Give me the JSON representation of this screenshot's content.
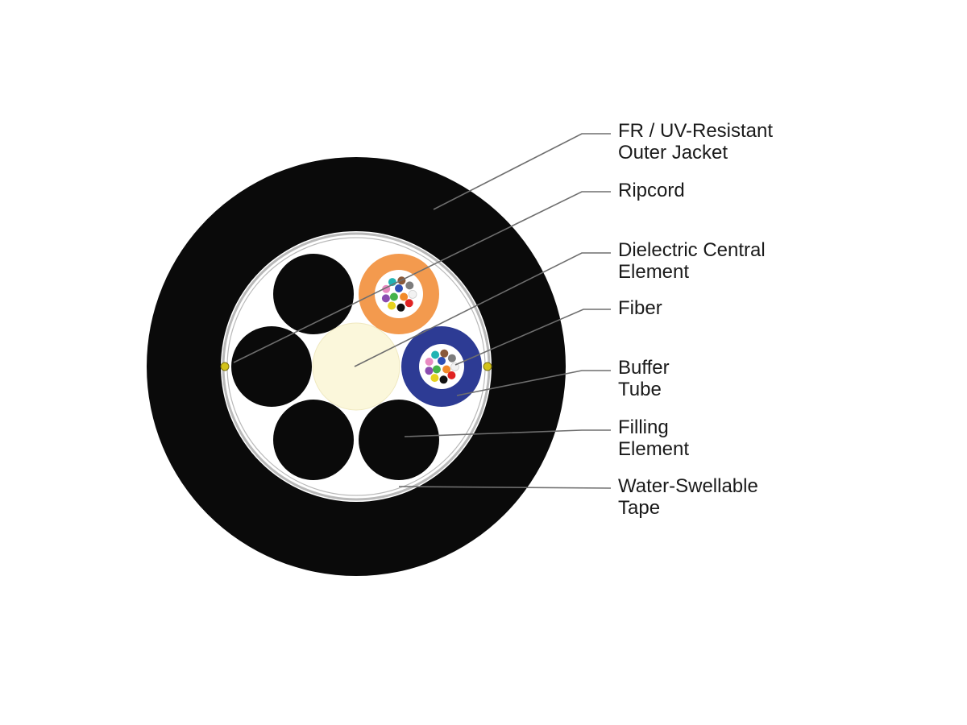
{
  "colors": {
    "jacket": "#0a0a0a",
    "core_background": "#ffffff",
    "water_swellable_tape": "#b9b9b9",
    "filling_element": "#0a0a0a",
    "central_element": "#fbf7db",
    "buffer_tube_orange": "#f39a4e",
    "buffer_tube_blue": "#2d3b94",
    "ripcord": "#d3c21a",
    "leader_line": "#6e6e6e",
    "label_text": "#1a1a1a"
  },
  "fiber_colors": [
    "#2e4fb5",
    "#f28a2a",
    "#45b34a",
    "#8a5a3a",
    "#7d7d7d",
    "#f2f2f2",
    "#e02323",
    "#111111",
    "#e6d21e",
    "#8a4cb0",
    "#e98ac2",
    "#21b3b3"
  ],
  "labels": [
    {
      "id": "jacket",
      "lines": [
        "FR / UV-Resistant",
        "Outer Jacket"
      ]
    },
    {
      "id": "ripcord",
      "lines": [
        "Ripcord"
      ]
    },
    {
      "id": "central",
      "lines": [
        "Dielectric Central",
        "Element"
      ]
    },
    {
      "id": "fiber",
      "lines": [
        "Fiber"
      ]
    },
    {
      "id": "buffer",
      "lines": [
        "Buffer",
        "Tube"
      ]
    },
    {
      "id": "filling",
      "lines": [
        "Filling",
        "Element"
      ]
    },
    {
      "id": "tape",
      "lines": [
        "Water-Swellable",
        "Tape"
      ]
    }
  ]
}
